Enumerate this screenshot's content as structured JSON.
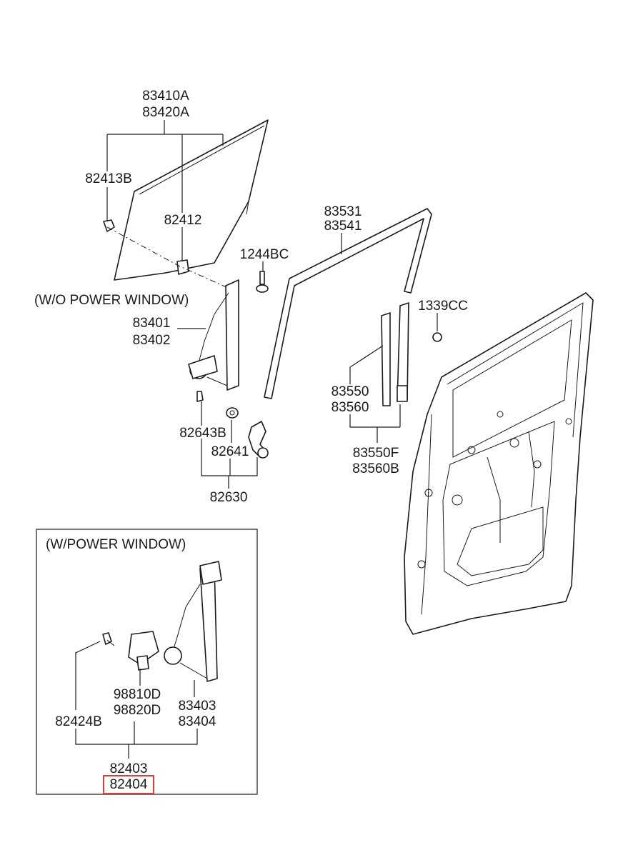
{
  "labels": {
    "glass_a": "83410A",
    "glass_b": "83420A",
    "clip_b": "82413B",
    "clip": "82412",
    "run_a": "83531",
    "run_b": "83541",
    "bolt_bc": "1244BC",
    "nut_cc": "1339CC",
    "wo_power_window": "(W/O POWER WINDOW)",
    "reg_a": "83401",
    "reg_b": "83402",
    "chan_a": "83550",
    "chan_b": "83560",
    "chan_asm_a": "83550F",
    "chan_asm_b": "83560B",
    "washer": "82643B",
    "handle": "82641",
    "handle_asm": "82630",
    "w_power_window": "(W/POWER WINDOW)",
    "motor_a": "98810D",
    "motor_b": "98820D",
    "preg_a": "83403",
    "preg_b": "83404",
    "screw": "82424B",
    "asm_a": "82403",
    "asm_b": "82404"
  },
  "highlight_color": "#e53935"
}
